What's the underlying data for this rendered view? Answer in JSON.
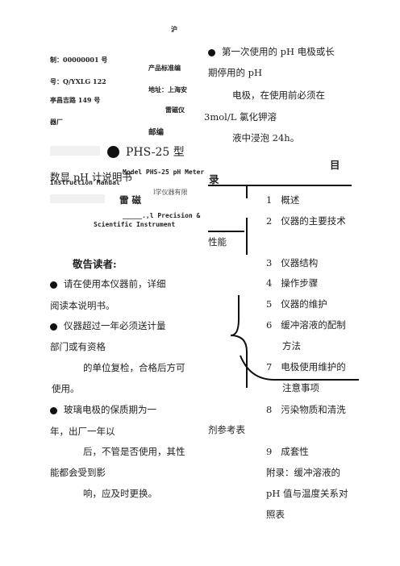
{
  "header": {
    "hu": "沪",
    "zhi": "制：00000001 号",
    "chanpin": "产品标准编",
    "hao": "号：Q/YXLG 122",
    "dizhi": "地址：上海安",
    "tingchang": "亭昌吉路 149 号",
    "leici": "雷磁仪",
    "qichang": "器厂",
    "youbian": "邮编"
  },
  "title": {
    "model": "PHS-25 型",
    "subtitle": "数显 pH 计说明书",
    "model_en": "Model PHS-25 pH Meter",
    "manual_en": "Instruction Manual",
    "company_small": "l学仪器有限",
    "leici": "雷 磁",
    "precision": "_____.,l Precision &",
    "scientific": "Scientific Instrument"
  },
  "notice": {
    "heading": "敬告读者:",
    "l1": "请在使用本仪器前，详细",
    "l2": "阅读本说明书。",
    "l3": "仪器超过一年必须送计量",
    "l4": "部门或有资格",
    "l5": "的单位复检，合格后方可",
    "l6": "使用。",
    "l7": "玻璃电极的保质期为一",
    "l8": "年，出厂一年以",
    "l9": "后，不管是否使用，其性",
    "l10": "能都会受到影",
    "l11": "响，应及时更换。"
  },
  "electrode_note": {
    "l1": "第一次使用的 pH 电极或长",
    "l2": "期停用的 pH",
    "l3": "电极，在使用前必须在",
    "l4": "3mol/L 氯化钾溶",
    "l5": "液中浸泡 24h。"
  },
  "toc": {
    "mu": "目",
    "lu": "录",
    "xingneng": "性能",
    "jiliang": "剂参考表",
    "items": [
      {
        "num": "1",
        "text": "概述"
      },
      {
        "num": "2",
        "text": "仪器的主要技术"
      },
      {
        "num": "3",
        "text": "仪器结构"
      },
      {
        "num": "4",
        "text": "操作步骤"
      },
      {
        "num": "5",
        "text": "仪器的维护"
      },
      {
        "num": "6",
        "text": "缓冲溶液的配制"
      },
      {
        "num": "",
        "text": "方法"
      },
      {
        "num": "7",
        "text": "电极使用维护的"
      },
      {
        "num": "",
        "text": "注意事项"
      },
      {
        "num": "8",
        "text": "污染物质和清洗"
      },
      {
        "num": "9",
        "text": "成套性"
      },
      {
        "num": "",
        "text": "附录：缓冲溶液的"
      },
      {
        "num": "",
        "text": "pH 值与温度关系对"
      },
      {
        "num": "",
        "text": "照表"
      }
    ]
  }
}
